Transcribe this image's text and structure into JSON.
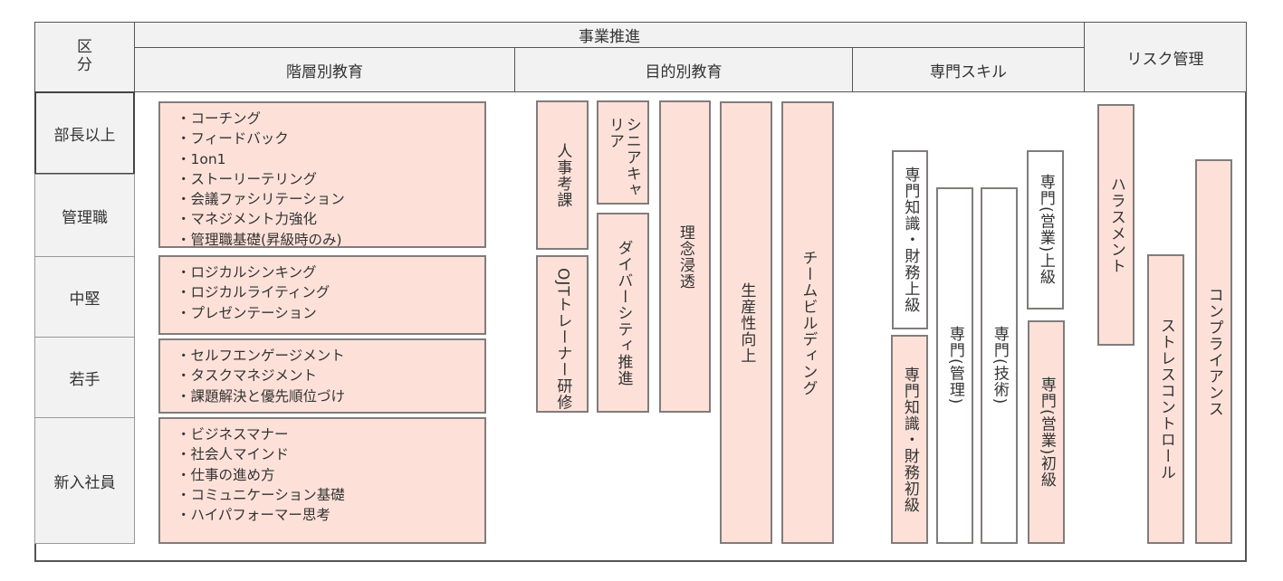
{
  "header": {
    "category": "区分",
    "business": "事業推進",
    "risk": "リスク管理",
    "hierarchy": "階層別教育",
    "purpose": "目的別教育",
    "special": "専門スキル"
  },
  "rows": [
    "部長以上",
    "管理職",
    "中堅",
    "若手",
    "新入社員"
  ],
  "hierarchy_lists": [
    [
      "・コーチング",
      "・フィードバック",
      "・1on1",
      "・ストーリーテリング",
      "・会議ファシリテーション",
      "・マネジメント力強化",
      "・管理職基礎(昇級時のみ)"
    ],
    [
      "・ロジカルシンキング",
      "・ロジカルライティング",
      "・プレゼンテーション"
    ],
    [
      "・セルフエンゲージメント",
      "・タスクマネジメント",
      "・課題解決と優先順位づけ"
    ],
    [
      "・ビジネスマナー",
      "・社会人マインド",
      "・仕事の進め方",
      "・コミュニケーション基礎",
      "・ハイパフォーマー思考"
    ]
  ],
  "purpose": {
    "hr": "人事考課",
    "ojt": "OJTトレーナー研修",
    "senior": "シニアキャリア",
    "diversity": "ダイバーシティ推進",
    "philosophy": "理念浸透",
    "productivity": "生産性向上",
    "team": "チームビルディング"
  },
  "special": {
    "fin_adv": "専門知識・財務上級",
    "fin_basic": "専門知識・財務初級",
    "mgmt": "専門(管理)",
    "tech": "専門(技術)",
    "sales_adv": "専門(営業)上級",
    "sales_basic": "専門(営業)初級"
  },
  "risk": {
    "harassment": "ハラスメント",
    "stress": "ストレスコントロール",
    "compliance": "コンプライアンス"
  },
  "colors": {
    "fill": "#fde1d9",
    "border": "#817c7b",
    "header": "#f2f2f2"
  }
}
